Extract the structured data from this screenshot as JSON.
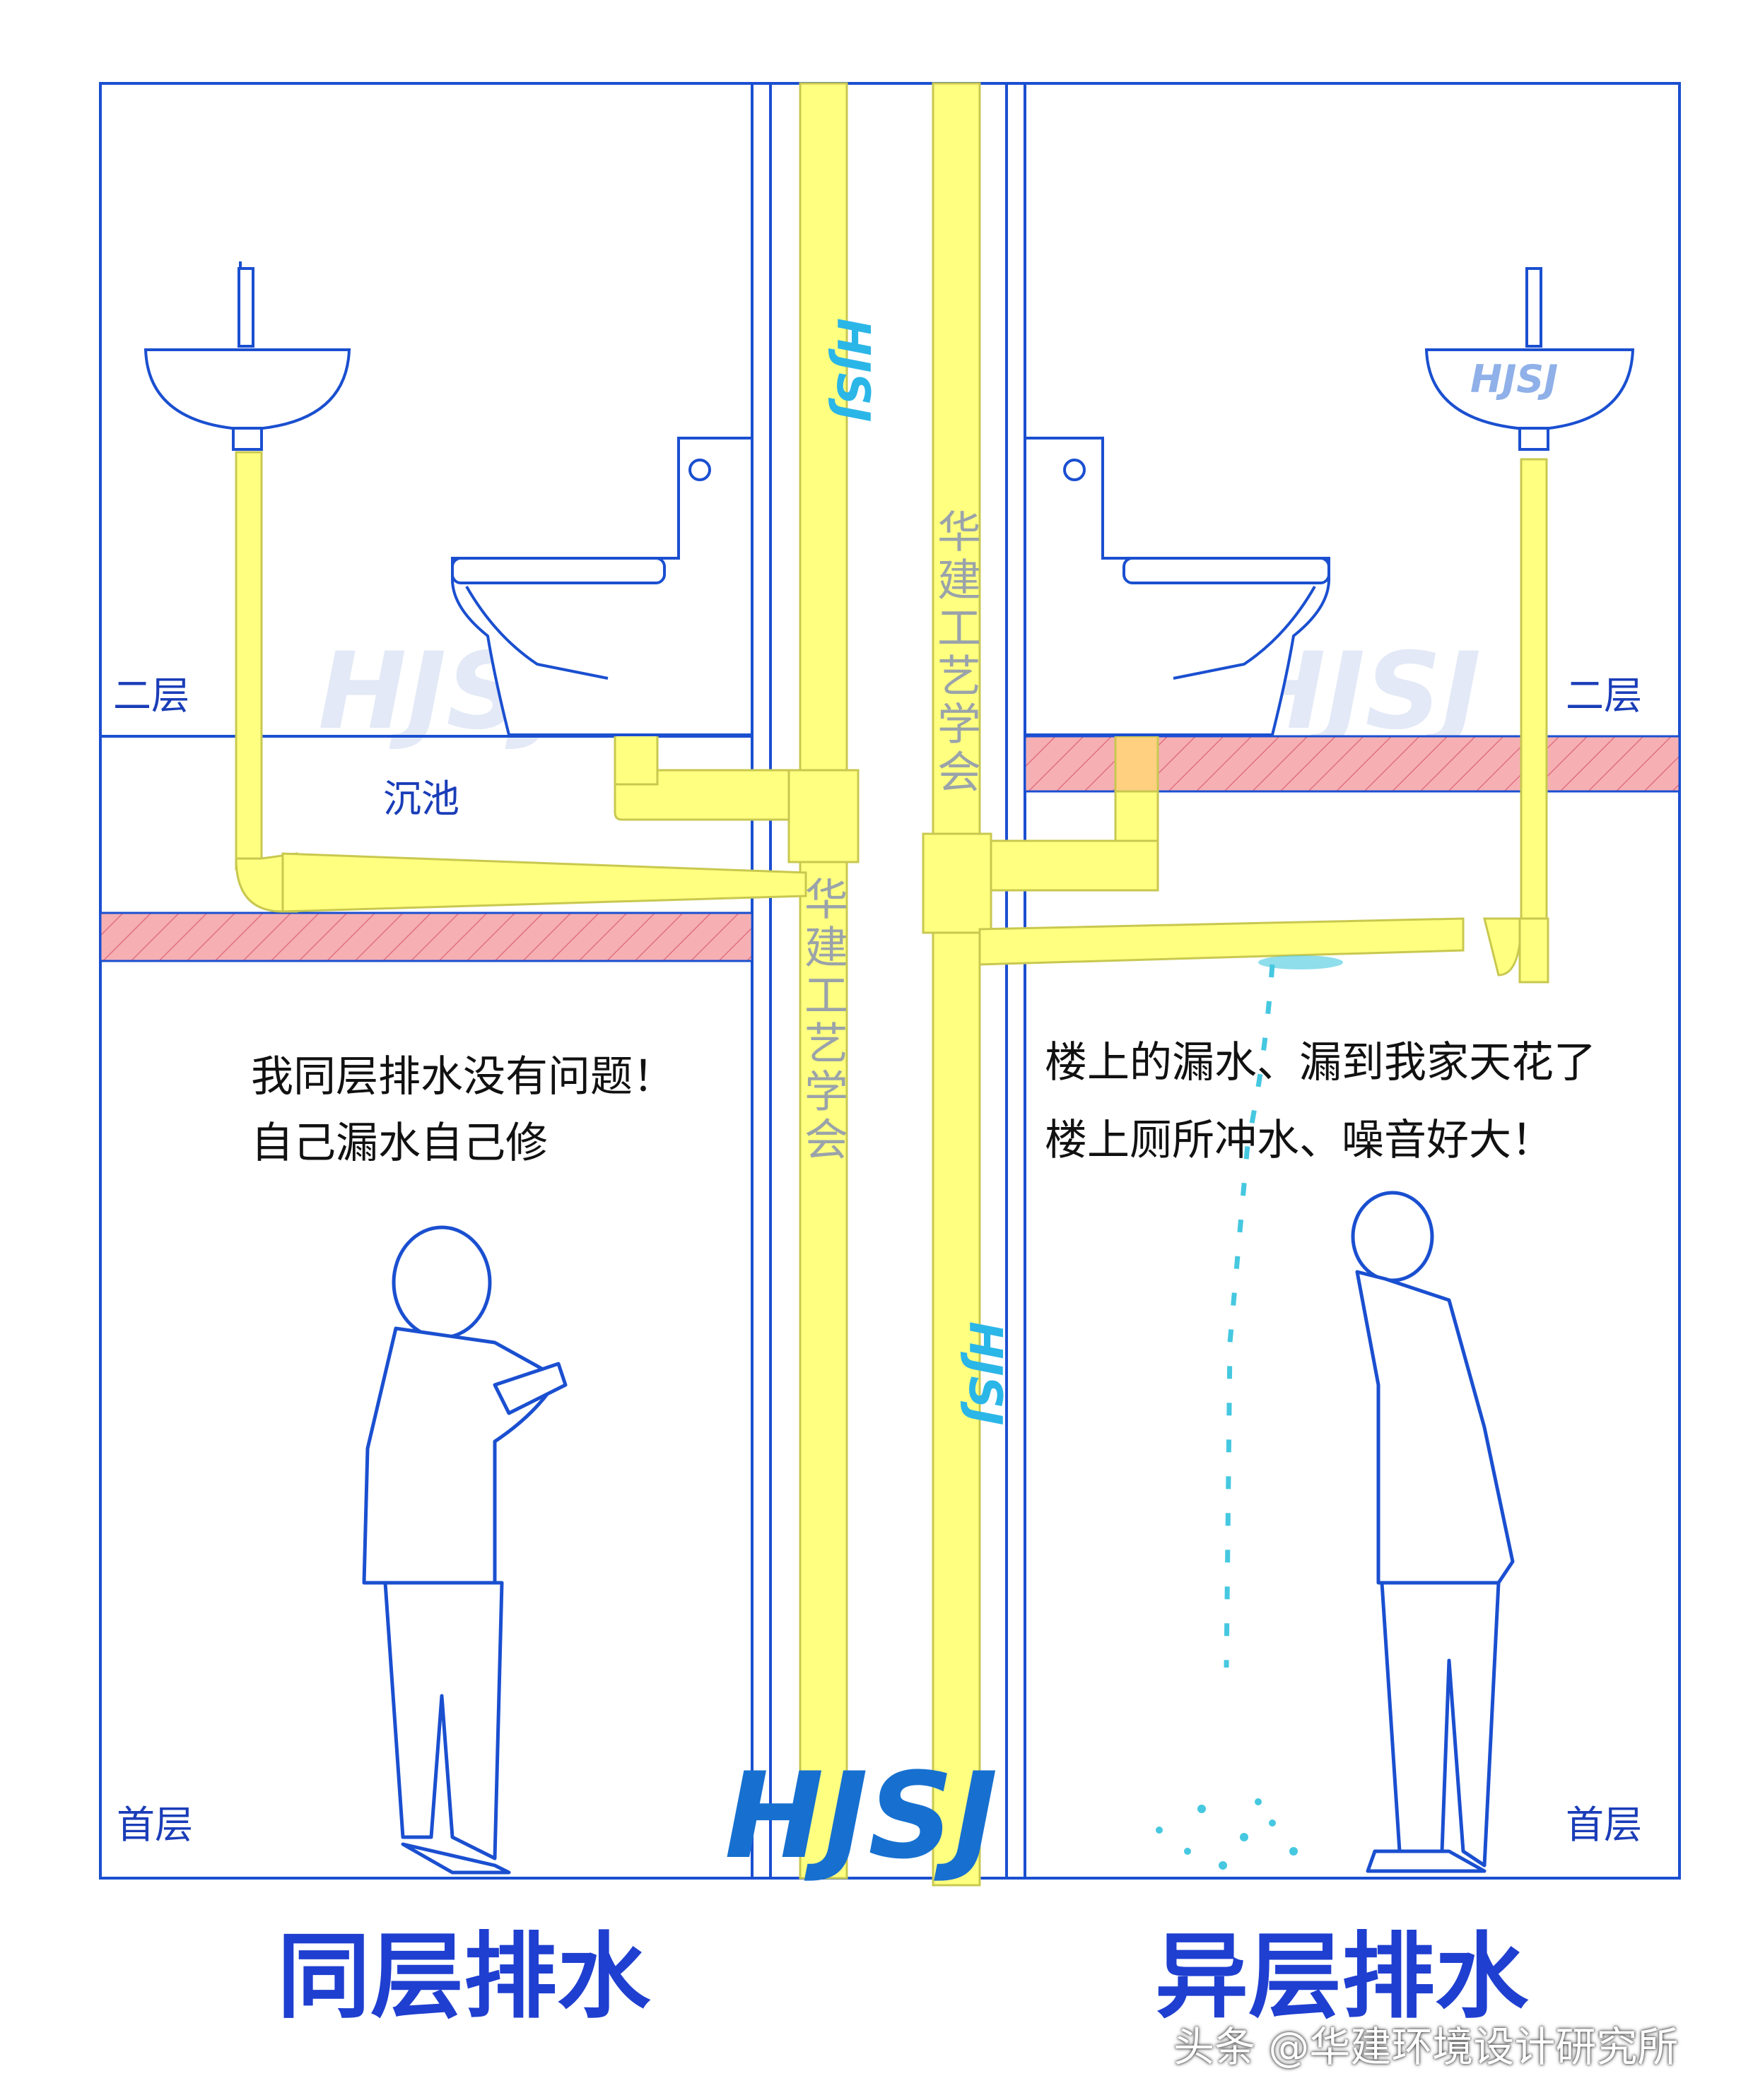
{
  "labels": {
    "left_upper_floor": "二层",
    "right_upper_floor": "二层",
    "left_lower_floor": "首层",
    "right_lower_floor": "首层",
    "sink_pit": "沉池"
  },
  "speech": {
    "left_line1": "我同层排水没有问题！",
    "left_line2": "自己漏水自己修",
    "right_line1": "楼上的漏水、漏到我家天花了",
    "right_line2": "楼上厕所冲水、噪音好大！"
  },
  "titles": {
    "left": "同层排水",
    "right": "异层排水"
  },
  "pipe_text": {
    "vertical": "华建工艺学会",
    "logo": "HJSJ"
  },
  "logo": "HJSJ",
  "credit": "头条 @华建环境设计研究所",
  "colors": {
    "line": "#1a4fd0",
    "pipe": "#ffff80",
    "pipe_stroke": "#d8d860",
    "slab": "#f4a3a8",
    "slab_hatch": "#e06070",
    "water": "#45c8e0",
    "title": "#1f3fd0",
    "watermark": "#dfe6f5"
  }
}
